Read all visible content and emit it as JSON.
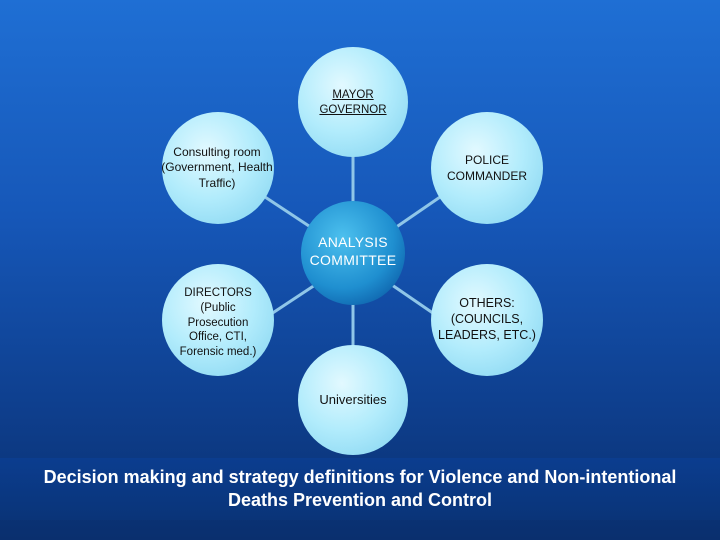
{
  "center": {
    "label": "ANALYSIS\nCOMMITTEE"
  },
  "nodes": {
    "mayor": "MAYOR\nGOVERNOR",
    "consulting": "Consulting room\n(Government, Health\nTraffic)",
    "police": "POLICE\nCOMMANDER",
    "directors": "DIRECTORS\n(Public\nProsecution\nOffice, CTI,\nForensic med.)",
    "others": "OTHERS:\n(COUNCILS,\nLEADERS, ETC.)",
    "universities": "Universities"
  },
  "banner": {
    "text": "Decision making and strategy definitions for Violence and Non-intentional\nDeaths Prevention and Control"
  },
  "colors": {
    "outer_node_fill": "#a9e8fb",
    "outer_node_fill_light": "#d6f6ff",
    "center_fill": "#2fa0d9",
    "center_fill_dark": "#1470b8",
    "connector": "#8fc6e8"
  }
}
